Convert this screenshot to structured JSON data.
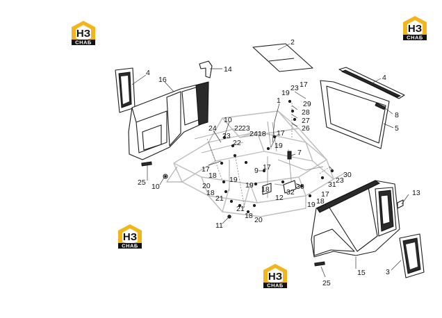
{
  "logo": {
    "mark": "НЗ",
    "word": "СНАБ",
    "accent": "#f2b51d",
    "count": 4
  },
  "callouts": [
    {
      "text": "2",
      "id": "label-2"
    },
    {
      "text": "4",
      "id": "label-4-left"
    },
    {
      "text": "16",
      "id": "label-16"
    },
    {
      "text": "14",
      "id": "label-14"
    },
    {
      "text": "4",
      "id": "label-4-right"
    },
    {
      "text": "17",
      "id": "label-17-a"
    },
    {
      "text": "23",
      "id": "label-23-a"
    },
    {
      "text": "19",
      "id": "label-19-a"
    },
    {
      "text": "1",
      "id": "label-1"
    },
    {
      "text": "29",
      "id": "label-29"
    },
    {
      "text": "28",
      "id": "label-28"
    },
    {
      "text": "27",
      "id": "label-27"
    },
    {
      "text": "26",
      "id": "label-26"
    },
    {
      "text": "8",
      "id": "label-8"
    },
    {
      "text": "5",
      "id": "label-5"
    },
    {
      "text": "10",
      "id": "label-10-a"
    },
    {
      "text": "24",
      "id": "label-24-a"
    },
    {
      "text": "22",
      "id": "label-22-a"
    },
    {
      "text": "23",
      "id": "label-23-b"
    },
    {
      "text": "24",
      "id": "label-24-b"
    },
    {
      "text": "18",
      "id": "label-18-a"
    },
    {
      "text": "17",
      "id": "label-17-b"
    },
    {
      "text": "23",
      "id": "label-23-c"
    },
    {
      "text": "22",
      "id": "label-22-b"
    },
    {
      "text": "19",
      "id": "label-19-b"
    },
    {
      "text": "7",
      "id": "label-7"
    },
    {
      "text": "17",
      "id": "label-17-c"
    },
    {
      "text": "18",
      "id": "label-18-b"
    },
    {
      "text": "25",
      "id": "label-25-a"
    },
    {
      "text": "10",
      "id": "label-10-b"
    },
    {
      "text": "19",
      "id": "label-19-c"
    },
    {
      "text": "9",
      "id": "label-9"
    },
    {
      "text": "17",
      "id": "label-17-d"
    },
    {
      "text": "30",
      "id": "label-30-a"
    },
    {
      "text": "20",
      "id": "label-20-a"
    },
    {
      "text": "19",
      "id": "label-19-d"
    },
    {
      "text": "18",
      "id": "label-18-c"
    },
    {
      "text": "23",
      "id": "label-23-d"
    },
    {
      "text": "31",
      "id": "label-31"
    },
    {
      "text": "18",
      "id": "label-18-d"
    },
    {
      "text": "30",
      "id": "label-30-b"
    },
    {
      "text": "13",
      "id": "label-13"
    },
    {
      "text": "21",
      "id": "label-21-a"
    },
    {
      "text": "32",
      "id": "label-32"
    },
    {
      "text": "17",
      "id": "label-17-e"
    },
    {
      "text": "12",
      "id": "label-12"
    },
    {
      "text": "19",
      "id": "label-19-e"
    },
    {
      "text": "18",
      "id": "label-18-e"
    },
    {
      "text": "21",
      "id": "label-21-b"
    },
    {
      "text": "18",
      "id": "label-18-f"
    },
    {
      "text": "20",
      "id": "label-20-b"
    },
    {
      "text": "11",
      "id": "label-11"
    },
    {
      "text": "15",
      "id": "label-15"
    },
    {
      "text": "3",
      "id": "label-3"
    },
    {
      "text": "25",
      "id": "label-25-b"
    }
  ]
}
